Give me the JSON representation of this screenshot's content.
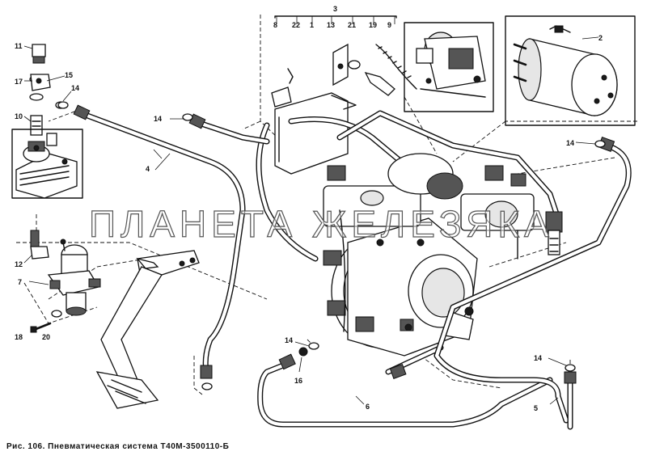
{
  "figure": {
    "caption": "Рис. 106. Пневматическая система Т40М-3500110-Б",
    "watermark": "ПЛАНЕТА ЖЕЛЕЗЯКА"
  },
  "callouts": {
    "n1": "1",
    "n2": "2",
    "n3": "3",
    "n4": "4",
    "n5": "5",
    "n6": "6",
    "n7": "7",
    "n8": "8",
    "n9": "9",
    "n10": "10",
    "n11": "11",
    "n12": "12",
    "n13": "13",
    "n14a": "14",
    "n14b": "14",
    "n14c": "14",
    "n14d": "14",
    "n14e": "14",
    "n15": "15",
    "n16": "16",
    "n17": "17",
    "n18": "18",
    "n19": "19",
    "n20": "20",
    "n21": "21",
    "n22": "22"
  }
}
